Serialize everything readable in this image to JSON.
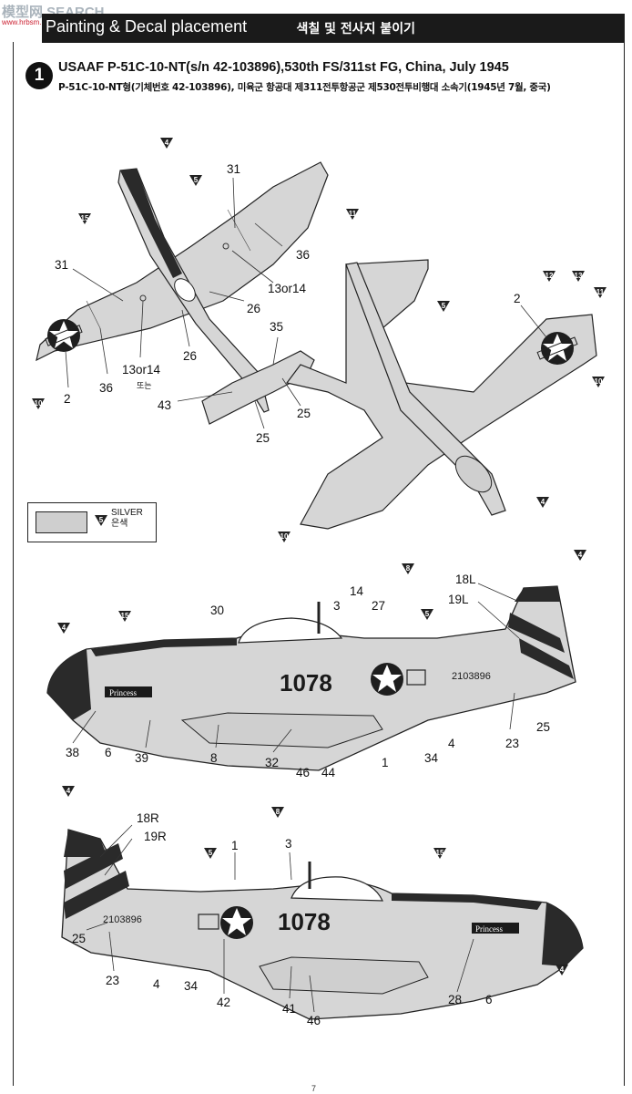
{
  "watermark": {
    "text": "模型网 SEARCH",
    "sub": "www.hrbsm.com"
  },
  "header": {
    "title": "Painting & Decal placement",
    "title_ko": "색칠 및 전사지 붙이기"
  },
  "scheme": {
    "number": "1",
    "title": "USAAF P-51C-10-NT(s/n 42-103896),530th FS/311st FG, China, July 1945",
    "subtitle": "P-51C-10-NT형(기체번호 42-103896), 미육군 항공대 제311전투항공군 제530전투비행대 소속기(1945년 7월, 중국)"
  },
  "legend": {
    "code": "5",
    "color_en": "SILVER",
    "color_ko": "은색",
    "swatch_color": "#cfcfcf"
  },
  "colors": {
    "paint_dark": "#2a2a2a",
    "aircraft_fill": "#d6d6d6",
    "callout_fill": "#222222"
  },
  "aircraft": {
    "serial": "2103896",
    "buzz_number": "1078",
    "nose_art": "Princess"
  },
  "top_view_labels": [
    {
      "text": "31"
    },
    {
      "text": "36"
    },
    {
      "text": "13or14"
    },
    {
      "text": "26"
    },
    {
      "text": "31"
    },
    {
      "text": "36"
    },
    {
      "text": "13or14"
    },
    {
      "text": "또는"
    },
    {
      "text": "26"
    },
    {
      "text": "2"
    },
    {
      "text": "35"
    },
    {
      "text": "25"
    },
    {
      "text": "43"
    },
    {
      "text": "25"
    }
  ],
  "bottom_view_labels": [
    {
      "text": "2"
    }
  ],
  "left_side_labels": [
    {
      "text": "18L"
    },
    {
      "text": "19L"
    },
    {
      "text": "30"
    },
    {
      "text": "3"
    },
    {
      "text": "14"
    },
    {
      "text": "27"
    },
    {
      "text": "38"
    },
    {
      "text": "6"
    },
    {
      "text": "39"
    },
    {
      "text": "8"
    },
    {
      "text": "32"
    },
    {
      "text": "46"
    },
    {
      "text": "44"
    },
    {
      "text": "1"
    },
    {
      "text": "34"
    },
    {
      "text": "4"
    },
    {
      "text": "23"
    },
    {
      "text": "25"
    }
  ],
  "right_side_labels": [
    {
      "text": "18R"
    },
    {
      "text": "19R"
    },
    {
      "text": "1"
    },
    {
      "text": "3"
    },
    {
      "text": "25"
    },
    {
      "text": "23"
    },
    {
      "text": "4"
    },
    {
      "text": "34"
    },
    {
      "text": "42"
    },
    {
      "text": "41"
    },
    {
      "text": "46"
    },
    {
      "text": "28"
    },
    {
      "text": "6"
    }
  ],
  "callouts": [
    {
      "text": "4"
    },
    {
      "text": "5"
    },
    {
      "text": "15"
    },
    {
      "text": "11"
    },
    {
      "text": "10"
    },
    {
      "text": "5"
    },
    {
      "text": "12"
    },
    {
      "text": "13"
    },
    {
      "text": "11"
    },
    {
      "text": "10"
    },
    {
      "text": "4"
    },
    {
      "text": "10"
    },
    {
      "text": "4"
    },
    {
      "text": "15"
    },
    {
      "text": "8"
    },
    {
      "text": "5"
    },
    {
      "text": "4"
    },
    {
      "text": "4"
    },
    {
      "text": "5"
    },
    {
      "text": "8"
    },
    {
      "text": "15"
    },
    {
      "text": "4"
    }
  ],
  "page_number": "7"
}
